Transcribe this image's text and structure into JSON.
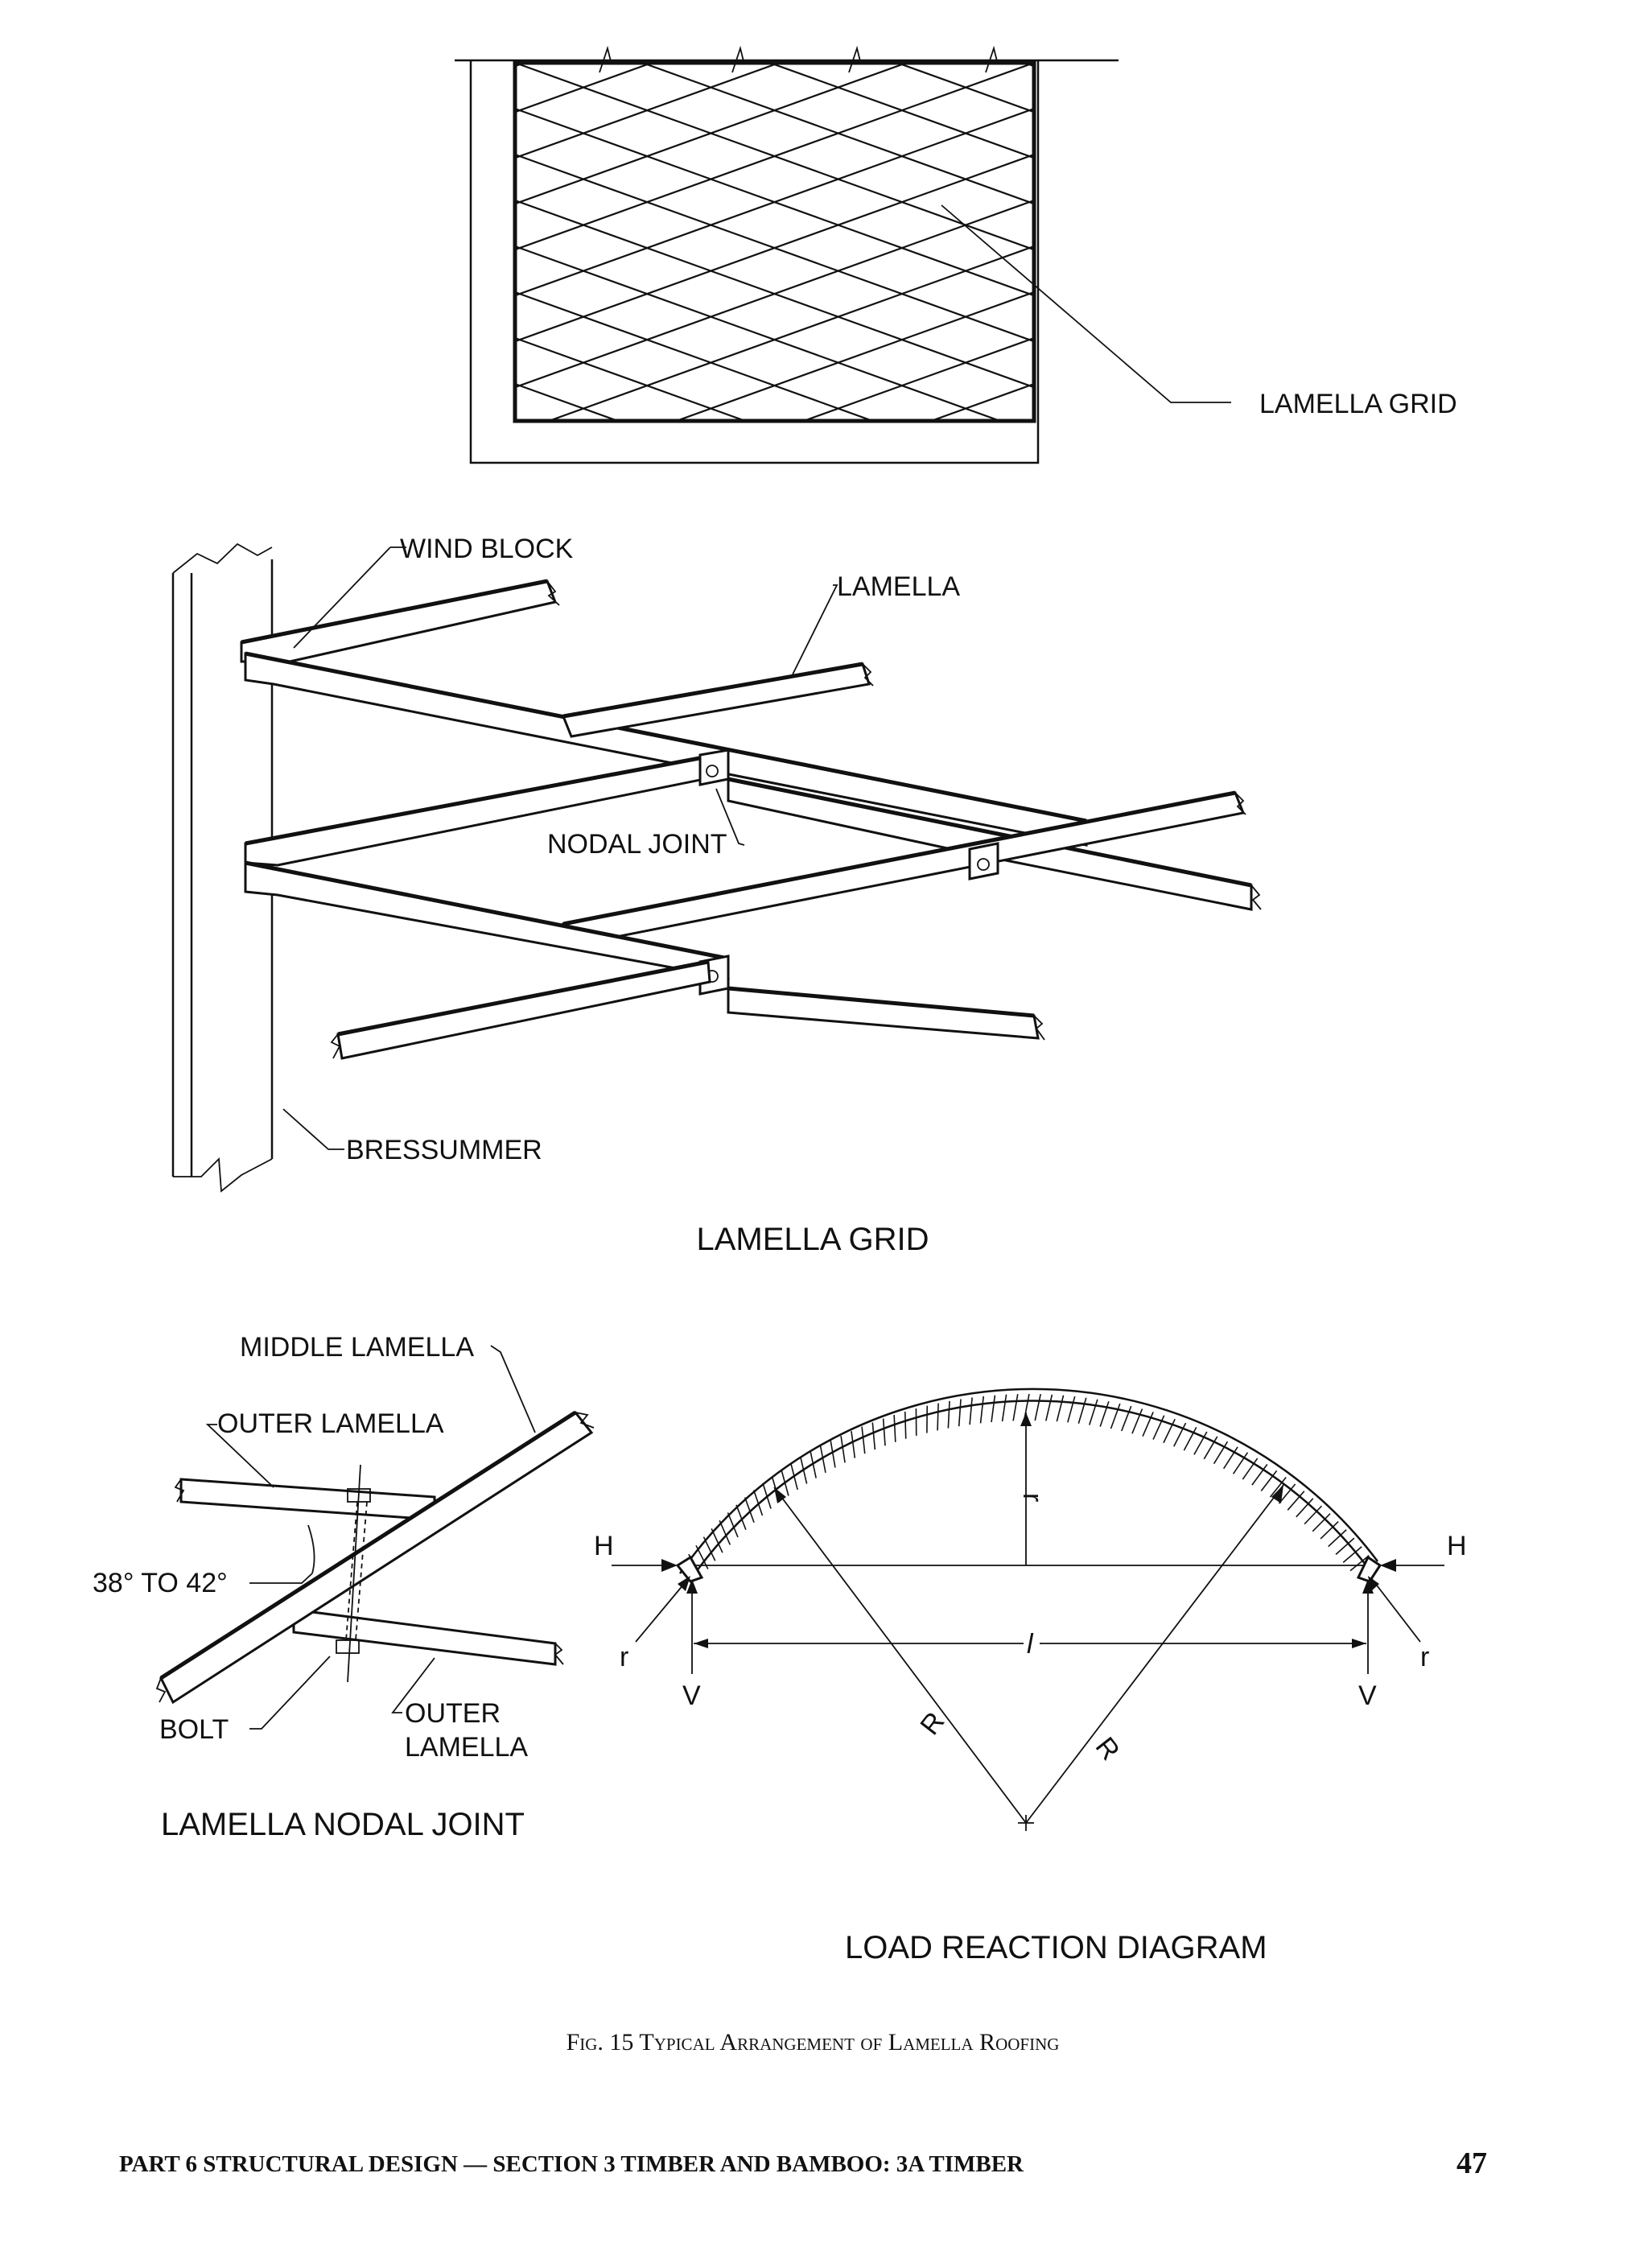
{
  "top_plan": {
    "label": "LAMELLA GRID"
  },
  "perspective": {
    "labels": {
      "wind_block": "WIND BLOCK",
      "lamella": "LAMELLA",
      "nodal_joint": "NODAL JOINT",
      "bressummer": "BRESSUMMER"
    },
    "title": "LAMELLA GRID"
  },
  "nodal_joint": {
    "labels": {
      "middle_lamella": "MIDDLE LAMELLA",
      "outer_lamella_top": "OUTER LAMELLA",
      "angle": "38° TO 42°",
      "bolt": "BOLT",
      "outer_lamella_bottom_1": "OUTER",
      "outer_lamella_bottom_2": "LAMELLA"
    },
    "title": "LAMELLA NODAL JOINT"
  },
  "load_reaction": {
    "labels": {
      "h_left": "H",
      "h_right": "H",
      "r_left": "r",
      "r_right": "r",
      "v_left": "V",
      "v_right": "V",
      "span": "l",
      "rise": "r",
      "radius_left": "R",
      "radius_right": "R"
    },
    "title": "LOAD REACTION DIAGRAM"
  },
  "caption": "Fig. 15 Typical Arrangement of Lamella Roofing",
  "footer": {
    "left": "PART 6 STRUCTURAL DESIGN — SECTION 3 TIMBER AND BAMBOO: 3A TIMBER",
    "page_number": "47"
  }
}
